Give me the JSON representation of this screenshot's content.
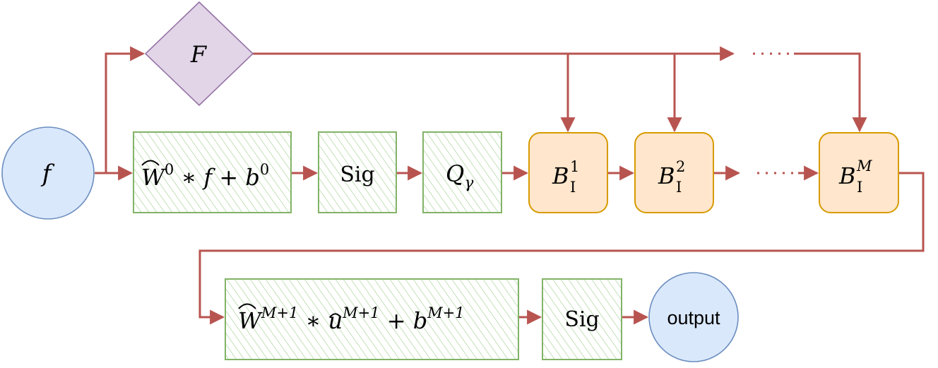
{
  "colors": {
    "edge": "#b85450",
    "circle_fill": "#dae8fc",
    "circle_stroke": "#6c8ebf",
    "diamond_fill": "#e1d5e7",
    "diamond_stroke": "#9673a6",
    "green_fill": "#d5e8d4",
    "green_stroke": "#82b366",
    "orange_fill": "#ffe6cc",
    "orange_stroke": "#d79b00"
  },
  "nodes": {
    "input": {
      "label": "f"
    },
    "decision": {
      "label": "F"
    },
    "conv0": {
      "w": "W",
      "w_sup": "0",
      "op": " ∗ ",
      "f": "f",
      "plus": " + ",
      "b": "b",
      "b_sup": "0"
    },
    "sig1": {
      "label": "Sig"
    },
    "q": {
      "main": "Q",
      "sub": "γ"
    },
    "b1": {
      "main": "B",
      "sup": "1",
      "sub": "I"
    },
    "b2": {
      "main": "B",
      "sup": "2",
      "sub": "I"
    },
    "bm": {
      "main": "B",
      "sup": "M",
      "sub": "I"
    },
    "conv_last": {
      "w": "W",
      "w_sup": "M+1",
      "op": " ∗ ",
      "u": "u",
      "u_sup": "M+1",
      "plus": " + ",
      "b": "b",
      "b_sup": "M+1"
    },
    "sig2": {
      "label": "Sig"
    },
    "output": {
      "label": "output"
    }
  }
}
